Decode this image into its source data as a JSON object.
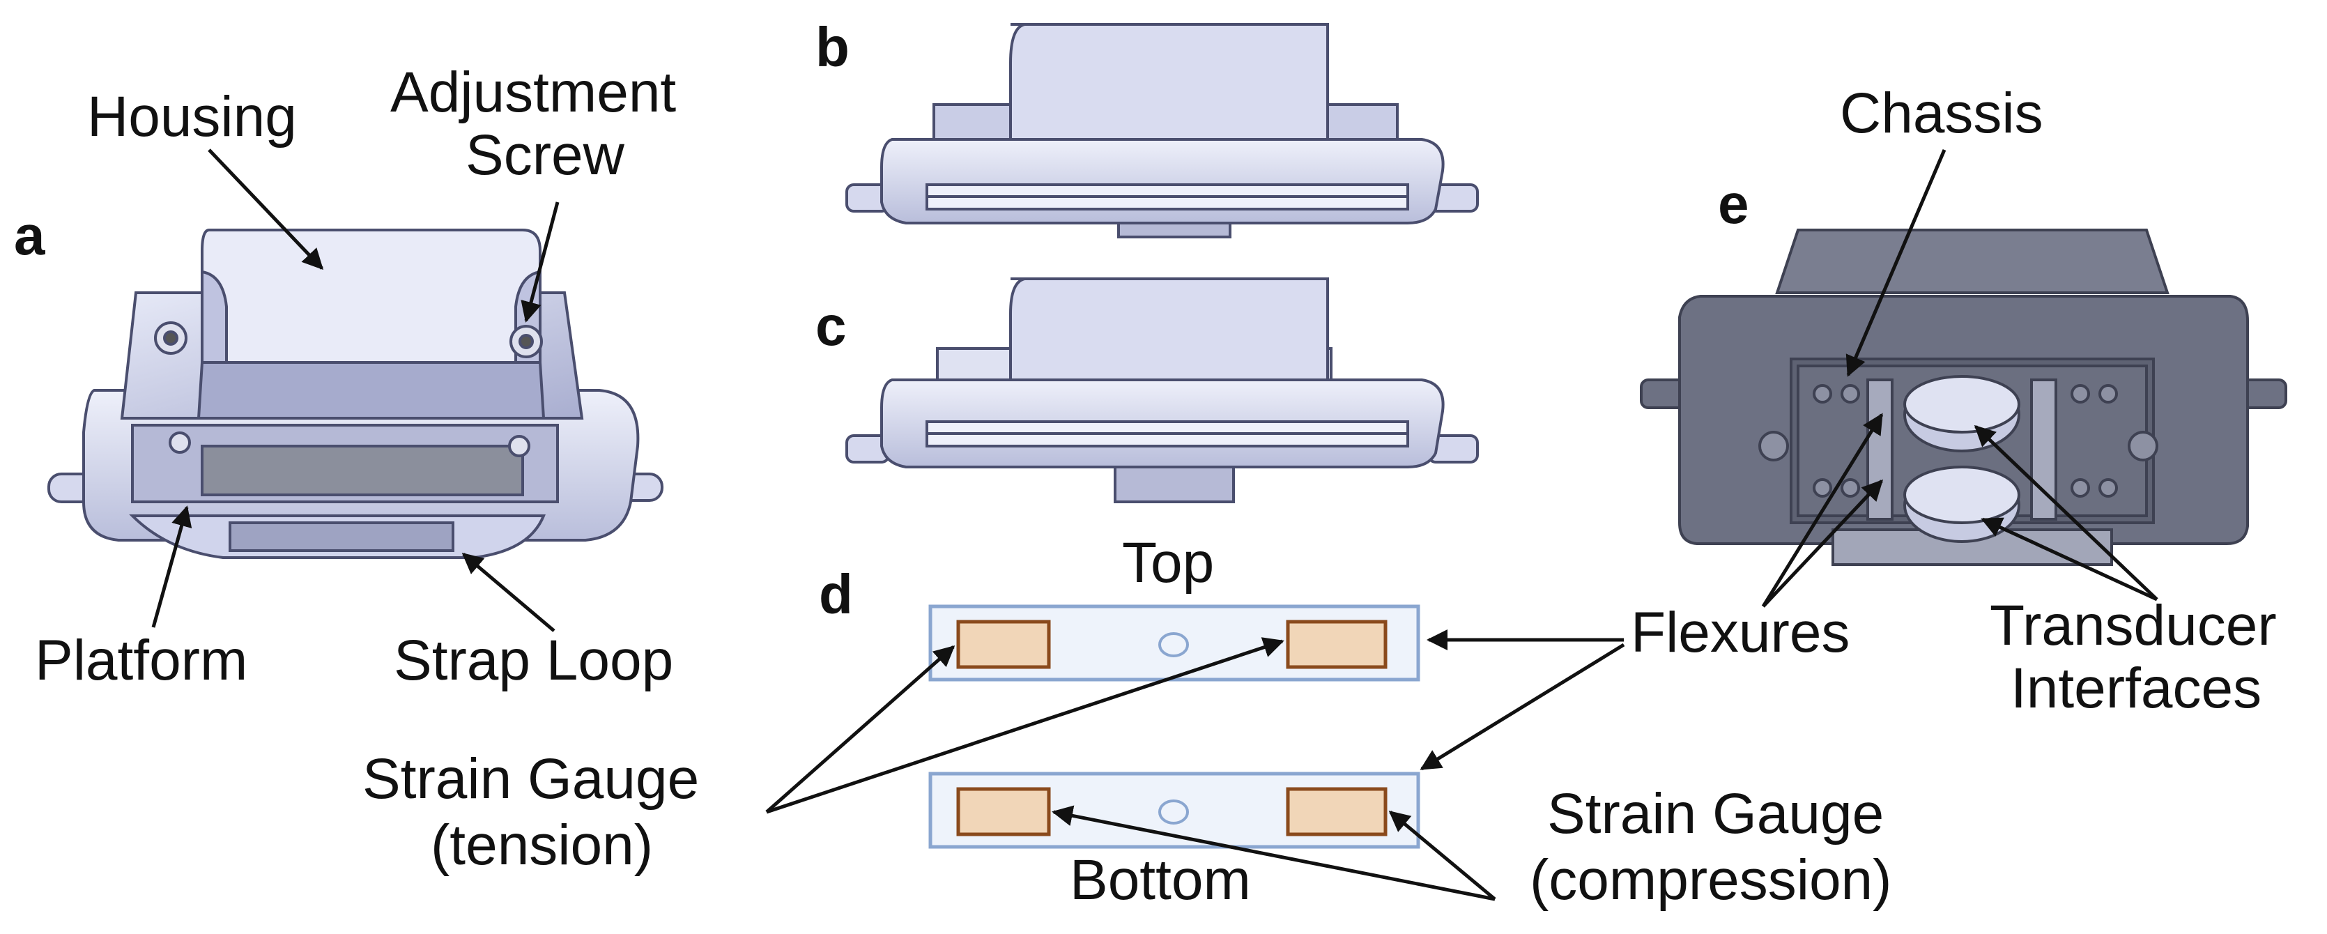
{
  "panels": {
    "a": "a",
    "b": "b",
    "c": "c",
    "d": "d",
    "e": "e"
  },
  "labels": {
    "housing": "Housing",
    "adjustment_screw_1": "Adjustment",
    "adjustment_screw_2": "Screw",
    "platform": "Platform",
    "strap_loop": "Strap Loop",
    "top": "Top",
    "bottom": "Bottom",
    "flexures": "Flexures",
    "strain_gauge_tension_1": "Strain Gauge",
    "strain_gauge_tension_2": "(tension)",
    "strain_gauge_compression_1": "Strain Gauge",
    "strain_gauge_compression_2": "(compression)",
    "chassis": "Chassis",
    "transducer_1": "Transducer",
    "transducer_2": "Interfaces"
  },
  "colors": {
    "part_fill": "#c9cde6",
    "part_light": "#e3e6f5",
    "part_stroke": "#4a4e6e",
    "chassis_dark": "#6d7183",
    "flexure_fill": "#eef3fb",
    "flexure_stroke": "#8aa6d0",
    "gauge_fill": "#f1d6b8",
    "gauge_stroke": "#8a4a1c"
  }
}
